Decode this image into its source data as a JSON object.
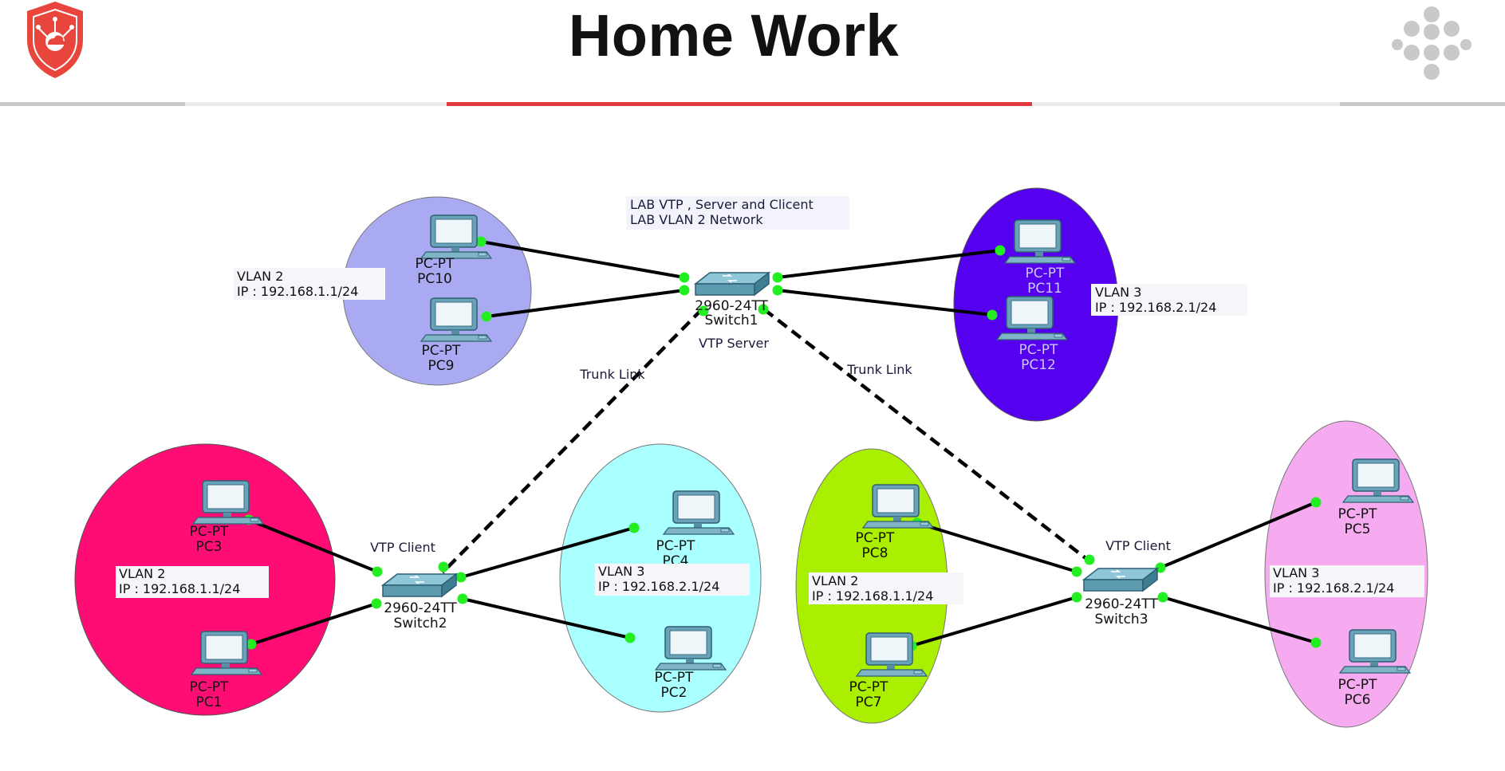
{
  "header": {
    "title": "Home Work",
    "logo_icon": "shield-network-logo-icon",
    "menu_icon": "dots-cluster-icon",
    "accent_color": "#e0393e"
  },
  "diagram": {
    "lab_title_line1": "LAB VTP , Server and Clicent",
    "lab_title_line2": "LAB VLAN 2 Network",
    "switches": {
      "sw1": {
        "model": "2960-24TT",
        "name": "Switch1",
        "role": "VTP Server"
      },
      "sw2": {
        "model": "2960-24TT",
        "name": "Switch2",
        "role": "VTP Client"
      },
      "sw3": {
        "model": "2960-24TT",
        "name": "Switch3",
        "role": "VTP Client"
      }
    },
    "trunk_label_left": "Trunk Link",
    "trunk_label_right": "Trunk Link",
    "pcs": {
      "pc10": {
        "type": "PC-PT",
        "name": "PC10"
      },
      "pc9": {
        "type": "PC-PT",
        "name": "PC9"
      },
      "pc11": {
        "type": "PC-PT",
        "name": "PC11"
      },
      "pc12": {
        "type": "PC-PT",
        "name": "PC12"
      },
      "pc3": {
        "type": "PC-PT",
        "name": "PC3"
      },
      "pc1": {
        "type": "PC-PT",
        "name": "PC1"
      },
      "pc4": {
        "type": "PC-PT",
        "name": "PC4"
      },
      "pc2": {
        "type": "PC-PT",
        "name": "PC2"
      },
      "pc8": {
        "type": "PC-PT",
        "name": "PC8"
      },
      "pc7": {
        "type": "PC-PT",
        "name": "PC7"
      },
      "pc5": {
        "type": "PC-PT",
        "name": "PC5"
      },
      "pc6": {
        "type": "PC-PT",
        "name": "PC6"
      }
    },
    "vlan_labels": {
      "top_left": {
        "vlan": "VLAN 2",
        "ip": "IP : 192.168.1.1/24"
      },
      "top_right": {
        "vlan": "VLAN 3",
        "ip": "IP : 192.168.2.1/24"
      },
      "bl_red": {
        "vlan": "VLAN 2",
        "ip": "IP : 192.168.1.1/24"
      },
      "bl_cyan": {
        "vlan": "VLAN 3",
        "ip": "IP : 192.168.2.1/24"
      },
      "br_green": {
        "vlan": "VLAN 2",
        "ip": "IP : 192.168.1.1/24"
      },
      "br_pink": {
        "vlan": "VLAN 3",
        "ip": "IP : 192.168.2.1/24"
      }
    },
    "colors": {
      "vlan2_top": "#aaaaf2",
      "vlan3_top": "#5500ee",
      "vlan2_red": "#ff0c75",
      "vlan3_cyan": "#aaffff",
      "vlan2_green": "#aaee00",
      "vlan3_pink": "#f6aaf0",
      "link_dot": "#22ee22"
    }
  }
}
